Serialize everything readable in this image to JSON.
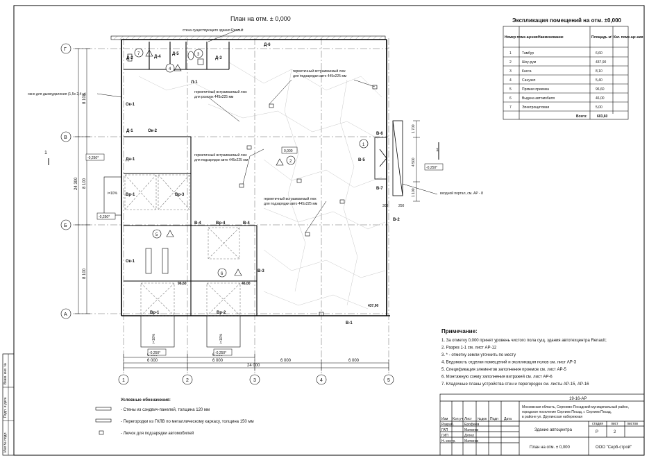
{
  "plan": {
    "title": "План на отм. ± 0,000",
    "note_existing_wall": "стена существующего здания Renault",
    "note_smoke_window": "окно для дымоудаления (1,5х 2,4 м)",
    "note_portal": "входной портал, см. АР - 8",
    "hatch_charger": [
      "герметичный встраиваемый люк",
      "для подзарядки авто 445х225 мм"
    ],
    "hatch_socket": [
      "герметичный встраиваемый люк",
      "для розеток 445х225 мм"
    ],
    "axes_rows": [
      "Г",
      "В",
      "Б",
      "А"
    ],
    "axes_cols": [
      "1",
      "2",
      "3",
      "4",
      "5"
    ],
    "dims_rows": [
      "8 100",
      "8 100",
      "8 100"
    ],
    "dim_total_rows": "24 300",
    "dims_cols": [
      "6 000",
      "6 000",
      "6 000",
      "6 000"
    ],
    "dims_cols_lower": [
      "6 000",
      "6 000"
    ],
    "dim_total_cols": "24 000",
    "dims_portal": [
      "1 700",
      "4 500",
      "1 100"
    ],
    "dim_300": "300",
    "dim_250": "250",
    "elev": [
      "-0,250*",
      "-0,250*",
      "-0,250*",
      "-0,250*",
      "-0,250*",
      "0,000"
    ],
    "slope": "i=10%",
    "area_labels": [
      "96,60",
      "46,00",
      "437,90"
    ],
    "room_numbers": [
      "1",
      "2",
      "3",
      "4",
      "5",
      "6",
      "7"
    ],
    "marks": {
      "d2": "Д-2",
      "d4": "Д-4",
      "d5": "Д-5",
      "d3": "Д-3",
      "d6": "Д-6",
      "l1": "Л-1",
      "ok1a": "Ок-1",
      "d1": "Д-1",
      "ok2": "Ок-2",
      "dn1": "Дн-1",
      "vr1a": "Вр-1",
      "vr3": "Вр-3",
      "v4a": "В-4",
      "vr4": "Вр-4",
      "v4b": "В-4",
      "ok1b": "Ок-1",
      "v3": "В-3",
      "vr1b": "Вр-1",
      "vr2": "Вр-2",
      "v1": "В-1",
      "v2": "В-2",
      "v5": "В-5",
      "v6": "В-6",
      "v7": "В-7"
    },
    "section_mark": "1"
  },
  "table": {
    "title": "Экспликация помещений на отм. ±0,000",
    "headers": [
      "Номер поме-щения",
      "Наименование",
      "Площадь м²",
      "Кат. поме-ще-ния"
    ],
    "rows": [
      {
        "num": "1",
        "name": "Тамбур",
        "area": "6,60"
      },
      {
        "num": "2",
        "name": "Шоу-рум",
        "area": "437,90"
      },
      {
        "num": "3",
        "name": "Касса",
        "area": "8,10"
      },
      {
        "num": "4",
        "name": "Санузел",
        "area": "5,40"
      },
      {
        "num": "5",
        "name": "Прямая приемка",
        "area": "96,60"
      },
      {
        "num": "6",
        "name": "Выдача автомобиля",
        "area": "46,00"
      },
      {
        "num": "7",
        "name": "Электрощитовая",
        "area": "5,00"
      }
    ],
    "total_label": "Всего:",
    "total_value": "603,60"
  },
  "notes": {
    "title": "Примечание:",
    "items": [
      "1. За отметку 0,000 принят уровень чистого пола сущ. здания автотехцентра Renault;",
      "2. Разрез 1-1 см. лист АР-12",
      "3. * - отметку земли уточнить по месту",
      "4. Ведомость отделки помещений и экспликация полов см. лист АР-3",
      "5. Спецификация элементов заполнения проемов см. лист АР-5",
      "6. Монтажную схему заполнения витражей см. лист АР-6",
      "7. Кладочные планы устройства стен и перегородок см. листы АР-15, АР-16"
    ]
  },
  "legend": {
    "title": "Условные обозначения:",
    "items": [
      "- Стены из сэндвич-панелей, толщина 120 мм",
      "- Перегородки из ГКЛВ по металлическому каркасу, толщина 150 мм",
      "- Лючок для подзарядки автомобилей"
    ]
  },
  "stamp": {
    "code": "19-16-АР",
    "address": [
      "Московская область, Сергиево-Посадский муниципальный район,",
      "городское поселение Сергиев Посад, г. Сергиев Посад,",
      "в районе ул. Друлинская набережная"
    ],
    "header_cells": [
      "Изм",
      "Кол.уч",
      "Лист",
      "№док",
      "Подп",
      "Дата"
    ],
    "roles": [
      "Разраб.",
      "ГАП",
      "ГИП",
      "Н. контр."
    ],
    "names": [
      "Ерофеев",
      "Матвеев",
      "Дятел",
      "Матвеев"
    ],
    "object": "Здание автоцентра",
    "stage_label": "стадия",
    "sheet_label": "лист",
    "sheets_label": "листов",
    "stage": "Р",
    "sheet": "2",
    "drawing": "План на отм. ± 0,000",
    "company": "ООО \"Серб-строй\""
  },
  "side_labels": [
    "Взам. инв. №",
    "Подп. и дата",
    "Инв № подл."
  ]
}
